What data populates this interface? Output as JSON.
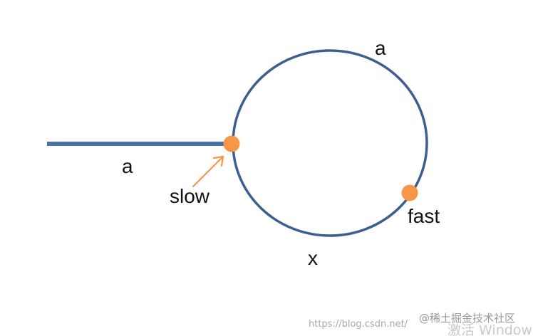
{
  "diagram": {
    "labels": {
      "top_arc": "a",
      "line": "a",
      "bottom_arc": "x",
      "slow": "slow",
      "fast": "fast"
    },
    "colors": {
      "path": "#3d5f8f",
      "pointer": "#f79646",
      "text": "#111111"
    }
  },
  "watermark": {
    "blog_url": "https://blog.csdn.net/",
    "site": "@稀土掘金技术社区",
    "activate": "激活 Window"
  }
}
